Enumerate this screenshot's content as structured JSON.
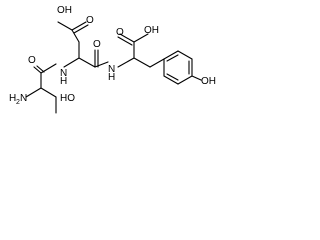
{
  "molecule": {
    "labels": {
      "h2n": "H",
      "h2n_sub": "2",
      "h2n_n": "N",
      "amide_n1": "N",
      "amide_n1_h": "H",
      "amide_n2": "N",
      "amide_n2_h": "H",
      "thr_oh": "HO",
      "asp_acid_oh": "OH",
      "asp_acid_o": "O",
      "asp_co_o": "O",
      "thr_co_o": "O",
      "tyr_acid_o": "O",
      "tyr_acid_oh": "OH",
      "phenol_oh": "OH"
    }
  }
}
